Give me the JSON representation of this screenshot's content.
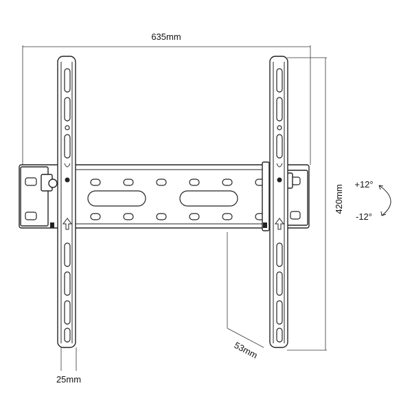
{
  "dimensions": {
    "width": "635mm",
    "height": "420mm",
    "arm_width": "25mm",
    "depth": "53mm"
  },
  "tilt": {
    "up": "+12°",
    "down": "-12°"
  },
  "colors": {
    "line": "#222222",
    "background": "#ffffff"
  }
}
